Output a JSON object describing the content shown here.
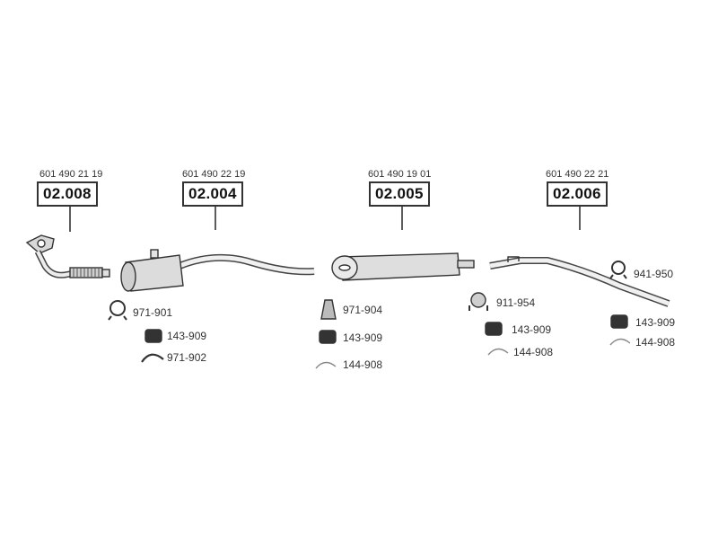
{
  "assemblies": [
    {
      "oem": "601 490 21 19",
      "code": "02.008"
    },
    {
      "oem": "601 490 22 19",
      "code": "02.004"
    },
    {
      "oem": "601 490 19 01",
      "code": "02.005"
    },
    {
      "oem": "601 490 22 21",
      "code": "02.006"
    }
  ],
  "parts": {
    "a_clamp": "971-901",
    "a_rubber": "143-909",
    "a_hanger": "971-902",
    "b_bracket": "971-904",
    "b_rubber": "143-909",
    "b_hook": "144-908",
    "c_clamp": "911-954",
    "c_rubber": "143-909",
    "c_hook": "144-908",
    "d_clamp": "941-950",
    "d_rubber": "143-909",
    "d_hook": "144-908"
  }
}
